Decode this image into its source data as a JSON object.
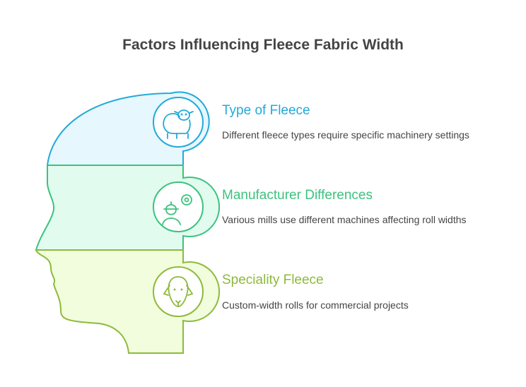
{
  "title": "Factors Influencing Fleece Fabric Width",
  "items": [
    {
      "title": "Type of Fleece",
      "description": "Different fleece types require specific machinery settings",
      "icon": "sheep-icon",
      "color": "#23A9D9",
      "fill": "#E6F7FD"
    },
    {
      "title": "Manufacturer Differences",
      "description": "Various mills use different machines affecting roll widths",
      "icon": "worker-gear-icon",
      "color": "#3CC27E",
      "fill": "#E1FBEF"
    },
    {
      "title": "Speciality Fleece",
      "description": "Custom-width rolls for commercial projects",
      "icon": "sheep-face-icon",
      "color": "#8DBA3C",
      "fill": "#F1FDDC"
    }
  ]
}
